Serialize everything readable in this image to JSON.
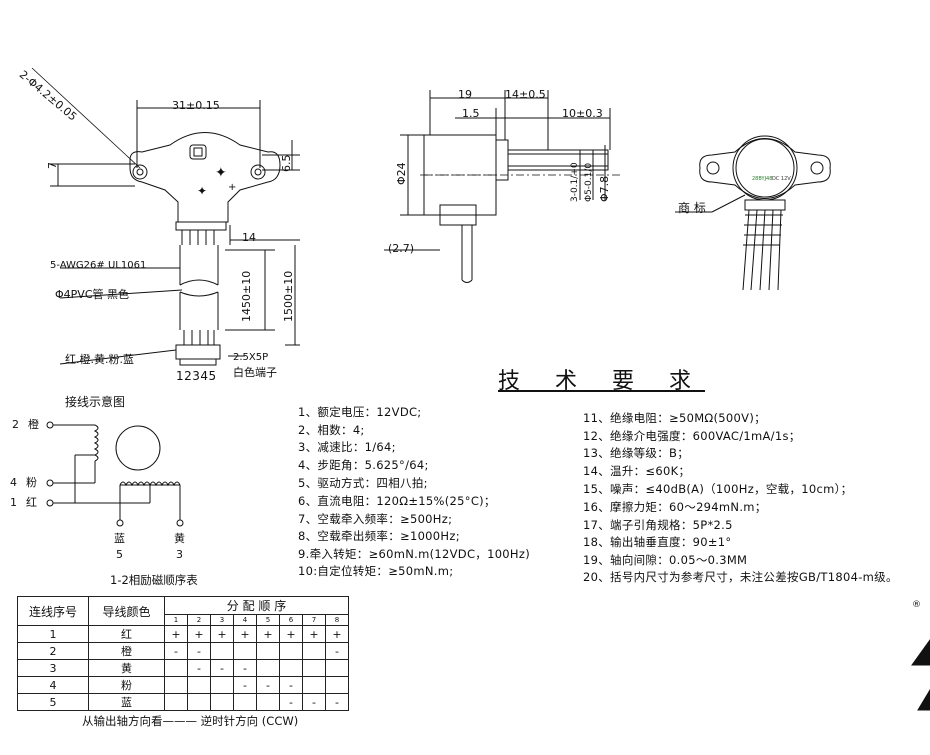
{
  "front_view": {
    "dim_width": "31±0.15",
    "dim_mount_hole": "2-Φ4.2±0.05",
    "dim_flange_height": "7",
    "dim_shaft_offset": "6.5",
    "dim_lead_exit": "14",
    "dim_lead_1450": "1450±10",
    "dim_lead_1500": "1500±10",
    "label_wire": "5-AWG26# UL1061",
    "label_tube": "Φ4PVC管 黑色",
    "label_colors": "红.橙.黄.粉.蓝",
    "label_pitch": "2.5X5P",
    "label_terminal": "白色端子",
    "pin_numbers": "12345"
  },
  "side_view": {
    "dim_19": "19",
    "dim_14": "14±0.5",
    "dim_1_5": "1.5",
    "dim_10": "10±0.3",
    "dim_24": "Φ24",
    "dim_3": "3-0.1/+0",
    "dim_5": "Φ5-0.1/0",
    "dim_7_8": "Φ7.8",
    "dim_2_7": "(2.7)"
  },
  "top_view": {
    "label_mark": "商 标",
    "badge": "28BYJ48",
    "badge_volt": "DC 12V"
  },
  "wiring": {
    "title": "接线示意图",
    "pins": [
      {
        "num": "2",
        "color": "橙"
      },
      {
        "num": "4",
        "color": "粉"
      },
      {
        "num": "1",
        "color": "红"
      }
    ],
    "bottom_pins": [
      {
        "color": "蓝",
        "num": "5"
      },
      {
        "color": "黄",
        "num": "3"
      }
    ]
  },
  "tech": {
    "title": "技 术 要 求",
    "col1": [
      "1、额定电压：12VDC;",
      "2、相数：4;",
      "3、减速比：1/64;",
      "4、步距角：5.625°/64;",
      "5、驱动方式：四相八拍;",
      "6、直流电阻：120Ω±15%(25°C)；",
      "7、空载牵入频率：≥500Hz;",
      "8、空载牵出频率：≥1000Hz;",
      "9.牵入转矩：≥60mN.m(12VDC，100Hz)",
      "10:自定位转矩：≥50mN.m;"
    ],
    "col2": [
      "11、绝缘电阻：≥50MΩ(500V)；",
      "12、绝缘介电强度：600VAC/1mA/1s；",
      "13、绝缘等级：B；",
      "14、温升：≤60K；",
      "15、噪声：≤40dB(A)（100Hz，空载，10cm）；",
      "16、摩擦力矩：60～294mN.m；",
      "17、端子引角规格：5P*2.5",
      "18、输出轴垂直度：90±1°",
      "19、轴向间隙：0.05～0.3MM",
      "20、括号内尺寸为参考尺寸，未注公差按GB/T1804-m级。"
    ]
  },
  "sequence": {
    "caption": "1-2相励磁顺序表",
    "col_no": "连线序号",
    "col_color": "导线颜色",
    "col_seq": "分 配 顺 序",
    "steps": [
      "1",
      "2",
      "3",
      "4",
      "5",
      "6",
      "7",
      "8"
    ],
    "rows": [
      {
        "no": "1",
        "color": "红",
        "cells": [
          "+",
          "+",
          "+",
          "+",
          "+",
          "+",
          "+",
          "+"
        ]
      },
      {
        "no": "2",
        "color": "橙",
        "cells": [
          "-",
          "-",
          "",
          "",
          "",
          "",
          "",
          "-"
        ]
      },
      {
        "no": "3",
        "color": "黄",
        "cells": [
          "",
          "-",
          "-",
          "-",
          "",
          "",
          "",
          ""
        ]
      },
      {
        "no": "4",
        "color": "粉",
        "cells": [
          "",
          "",
          "",
          "-",
          "-",
          "-",
          "",
          ""
        ]
      },
      {
        "no": "5",
        "color": "蓝",
        "cells": [
          "",
          "",
          "",
          "",
          "",
          "-",
          "-",
          "-"
        ]
      }
    ],
    "footer": "从输出轴方向看——— 逆时针方向 (CCW)"
  },
  "logo_mark": "®"
}
